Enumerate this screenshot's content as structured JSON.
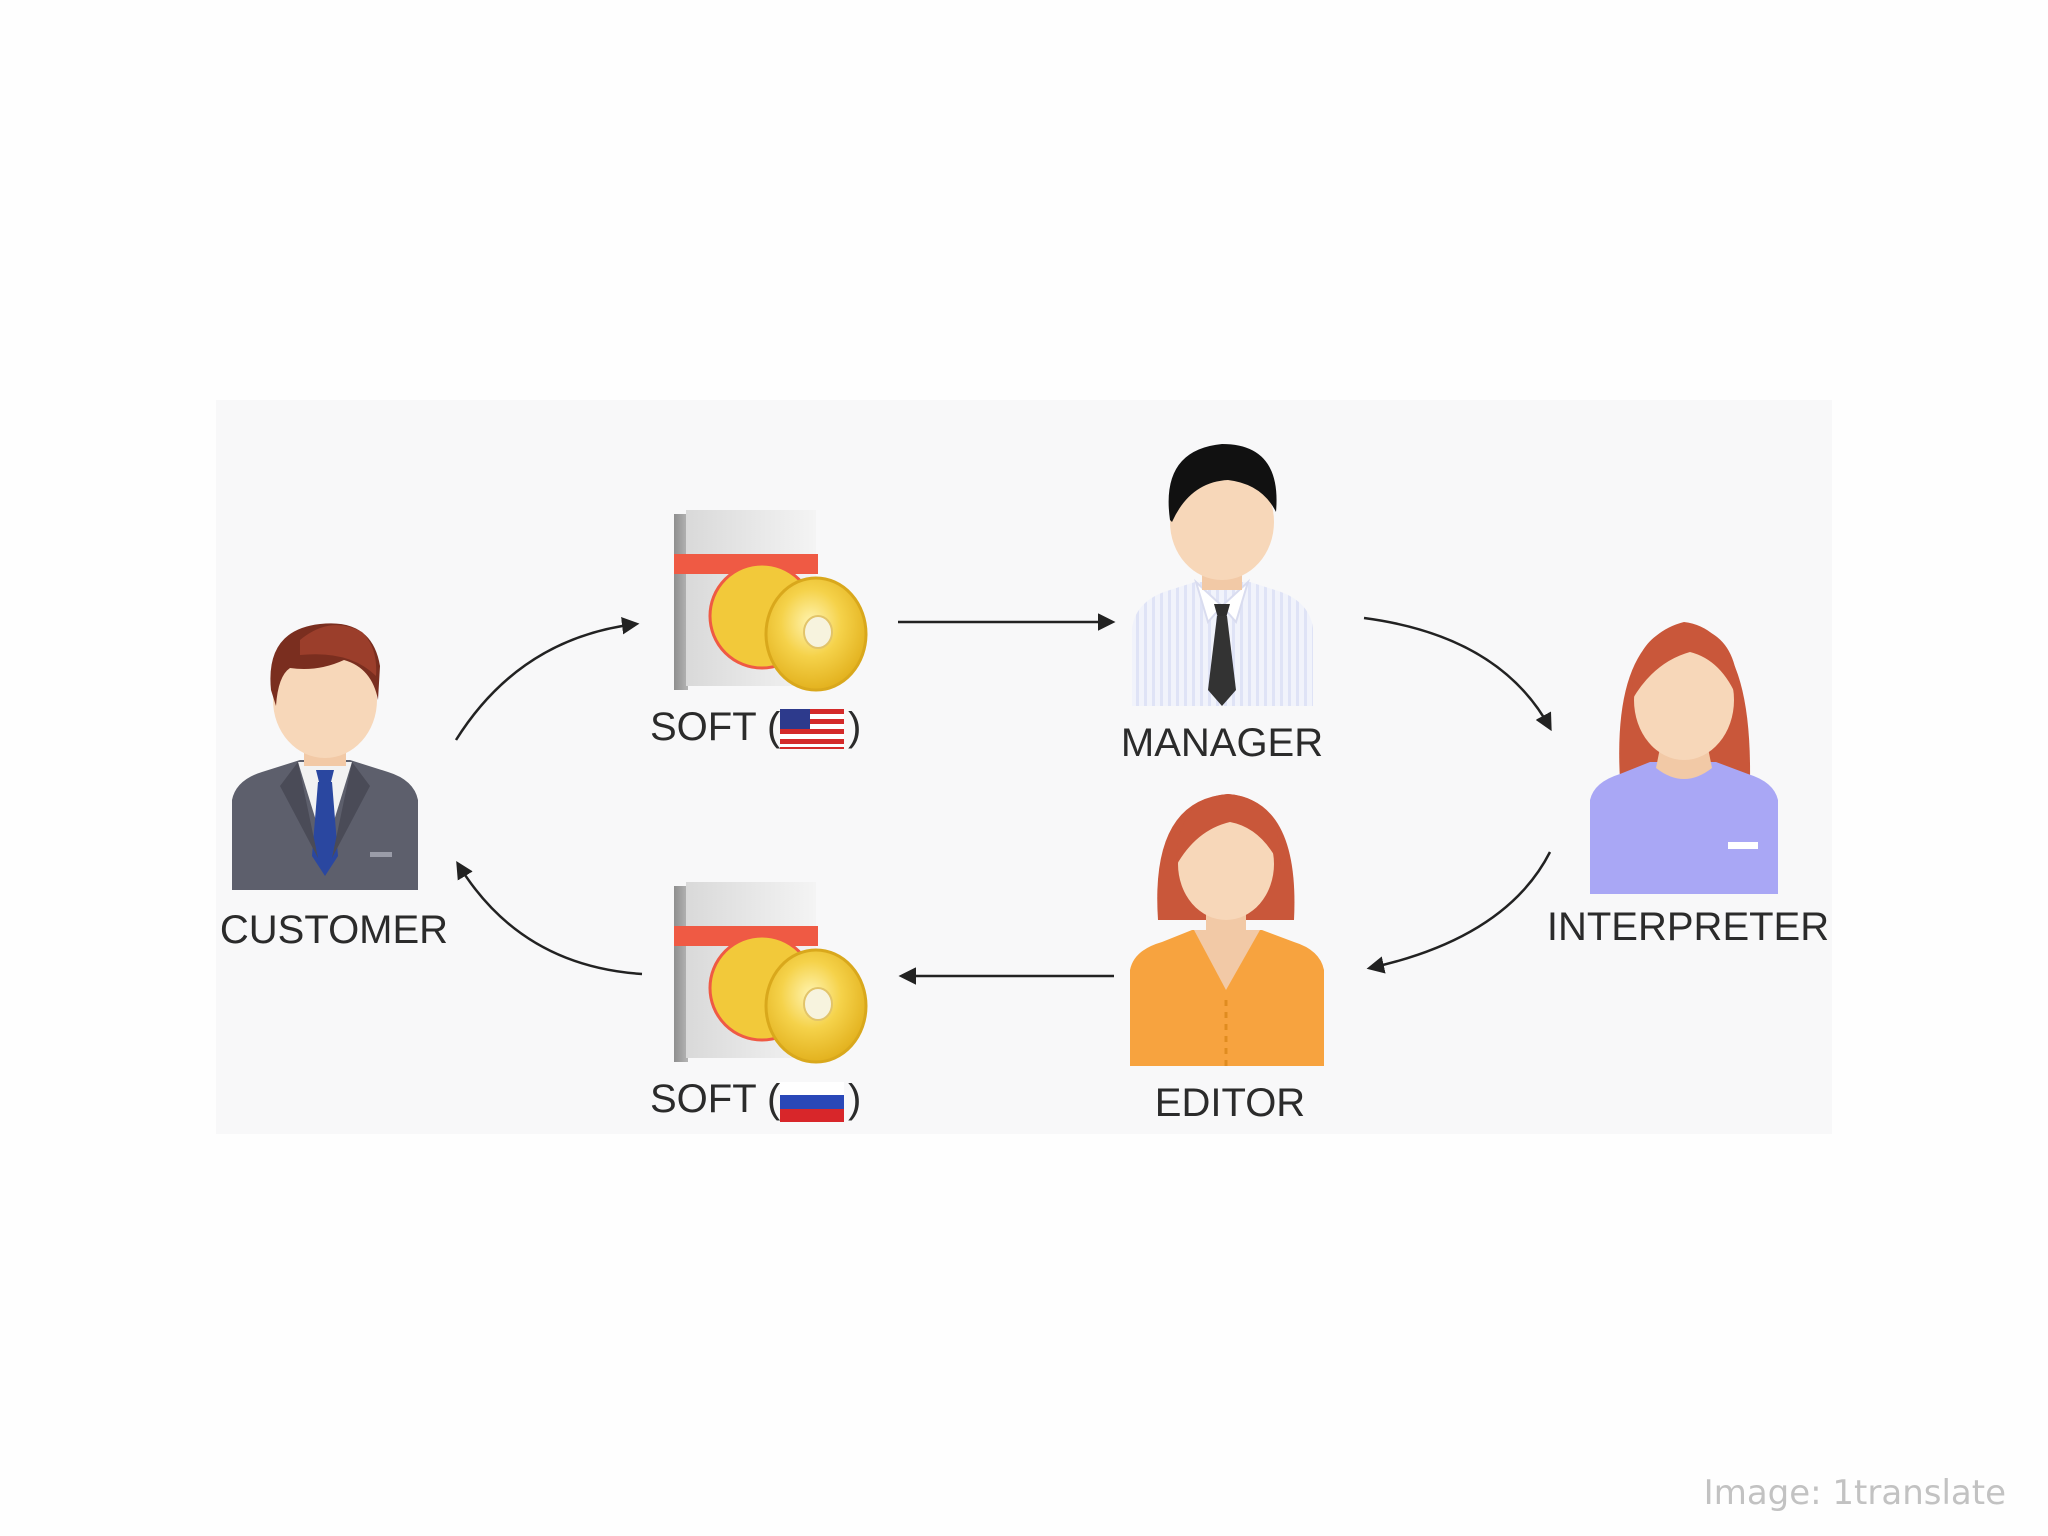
{
  "diagram": {
    "nodes": {
      "customer": {
        "label": "CUSTOMER",
        "icon": "businessman-icon"
      },
      "soft_source": {
        "label": "SOFT (",
        "label_close": ")",
        "flag": "us-flag-icon",
        "icon": "software-box-icon"
      },
      "manager": {
        "label": "MANAGER",
        "icon": "manager-icon"
      },
      "interpreter": {
        "label": "INTERPRETER",
        "icon": "woman-interpreter-icon"
      },
      "editor": {
        "label": "EDITOR",
        "icon": "woman-editor-icon"
      },
      "soft_target": {
        "label": "SOFT (",
        "label_close": ")",
        "flag": "russia-flag-icon",
        "icon": "software-box-icon"
      }
    },
    "flow": [
      [
        "customer",
        "soft_source"
      ],
      [
        "soft_source",
        "manager"
      ],
      [
        "manager",
        "interpreter"
      ],
      [
        "interpreter",
        "editor"
      ],
      [
        "editor",
        "soft_target"
      ],
      [
        "soft_target",
        "customer"
      ]
    ],
    "colors": {
      "panel": "#f8f8f9",
      "arrow": "#222222",
      "customer_suit": "#5d5f6c",
      "interpreter_shirt": "#a9a7f5",
      "editor_shirt": "#f7a33f",
      "hair_red": "#c9573a",
      "disc_gold": "#f2c93a",
      "box_stripe": "#ef5a44"
    }
  },
  "credit": "Image: 1translate"
}
